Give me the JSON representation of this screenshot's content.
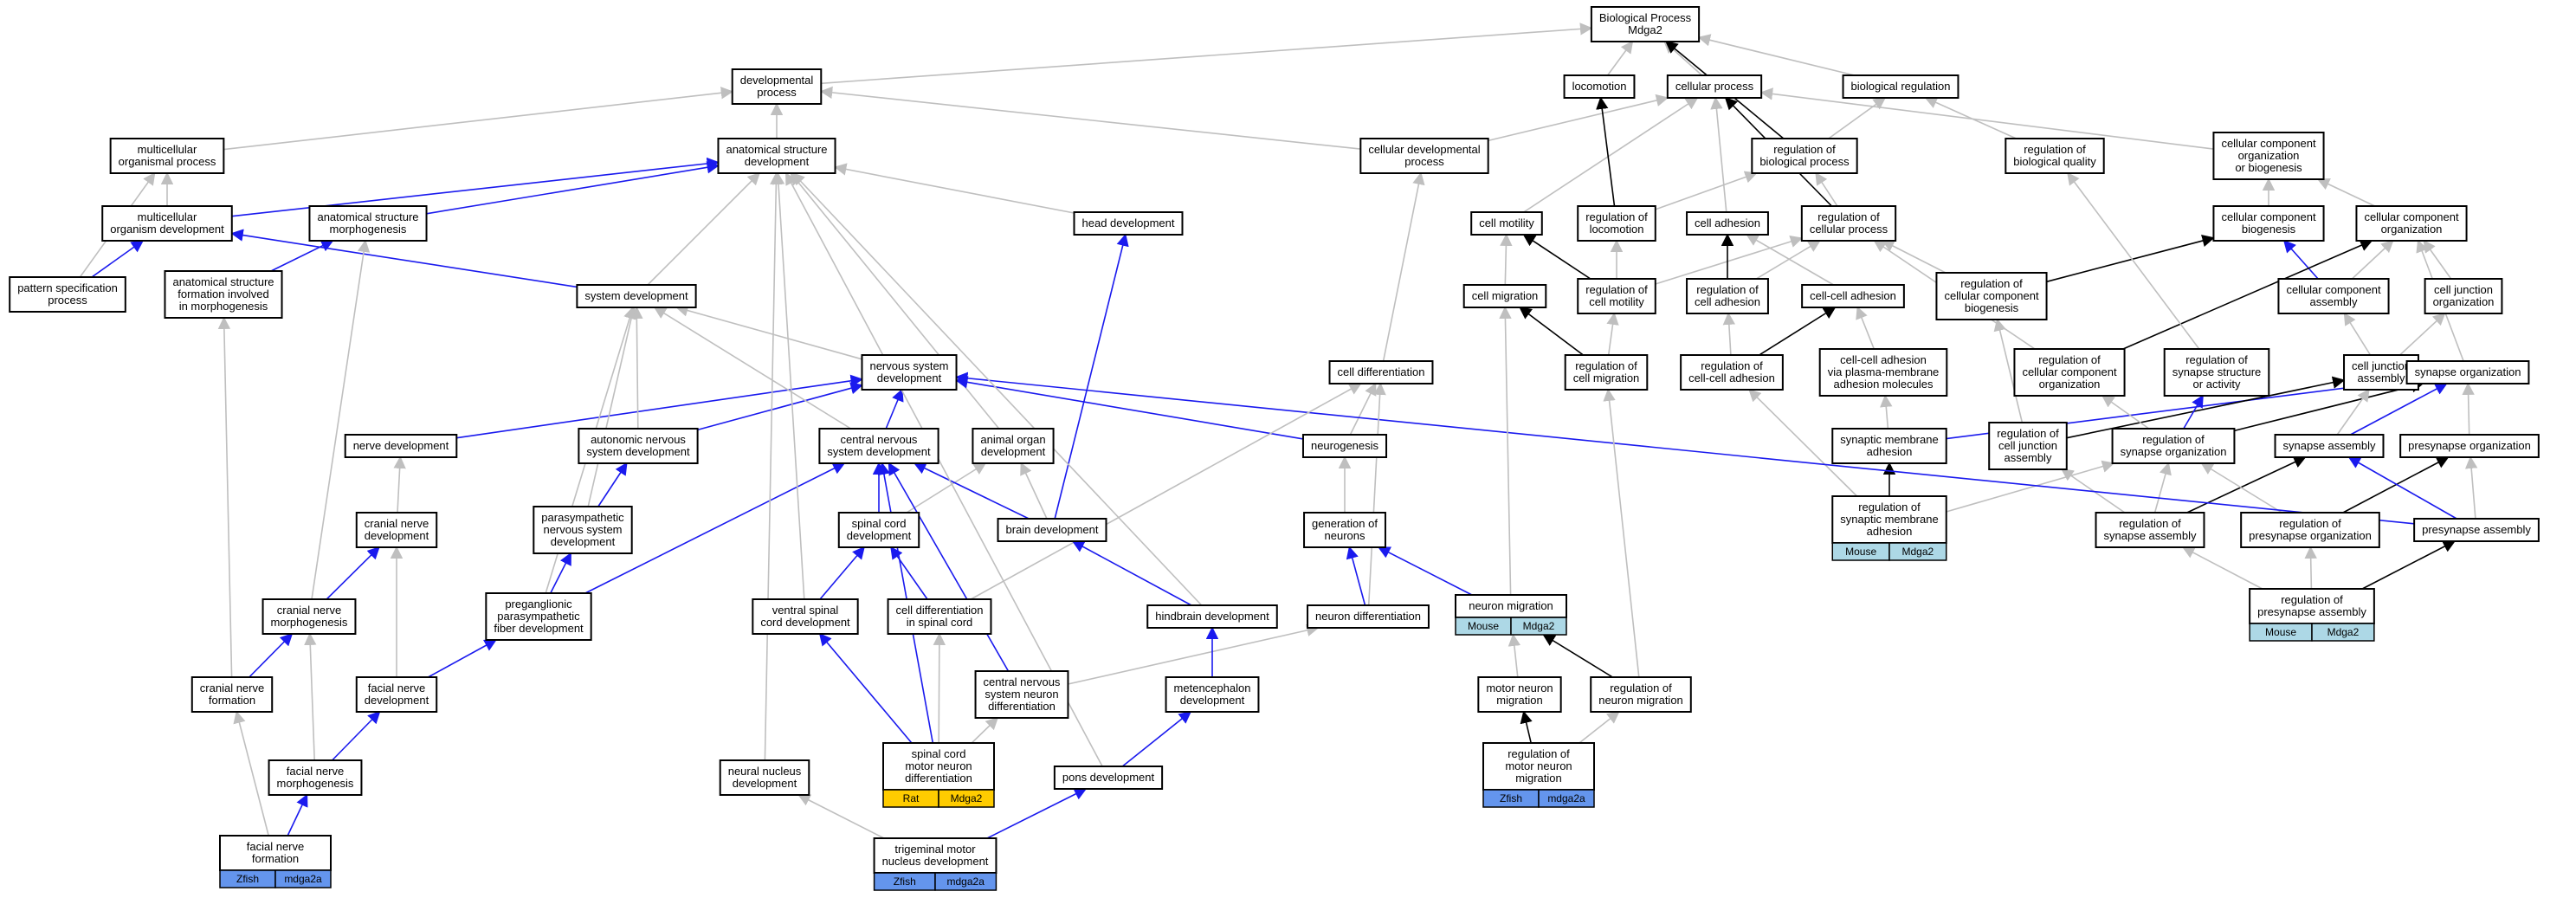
{
  "colors": {
    "isa": "#bfbfbf",
    "part_of": "#1a1aee",
    "regulates": "#000000",
    "mouse": "#add8e6",
    "rat": "#ffcc00",
    "zfish": "#6495ed"
  },
  "nodes": [
    {
      "id": "bp",
      "lines": [
        "Biological Process",
        "Mdga2"
      ]
    },
    {
      "id": "dev_proc",
      "lines": [
        "developmental",
        "process"
      ]
    },
    {
      "id": "locomotion",
      "lines": [
        "locomotion"
      ]
    },
    {
      "id": "cell_proc",
      "lines": [
        "cellular process"
      ]
    },
    {
      "id": "bio_reg",
      "lines": [
        "biological regulation"
      ]
    },
    {
      "id": "multi_org",
      "lines": [
        "multicellular",
        "organismal process"
      ]
    },
    {
      "id": "anat_dev",
      "lines": [
        "anatomical structure",
        "development"
      ]
    },
    {
      "id": "cell_dev_proc",
      "lines": [
        "cellular developmental",
        "process"
      ]
    },
    {
      "id": "reg_bio_proc",
      "lines": [
        "regulation of",
        "biological process"
      ]
    },
    {
      "id": "reg_bio_qual",
      "lines": [
        "regulation of",
        "biological quality"
      ]
    },
    {
      "id": "cc_org_bio",
      "lines": [
        "cellular component",
        "organization",
        "or biogenesis"
      ]
    },
    {
      "id": "multi_org_dev",
      "lines": [
        "multicellular",
        "organism development"
      ]
    },
    {
      "id": "anat_morph",
      "lines": [
        "anatomical structure",
        "morphogenesis"
      ]
    },
    {
      "id": "head_dev",
      "lines": [
        "head development"
      ]
    },
    {
      "id": "cell_motility",
      "lines": [
        "cell motility"
      ]
    },
    {
      "id": "reg_locomotion",
      "lines": [
        "regulation of",
        "locomotion"
      ]
    },
    {
      "id": "cell_adhesion",
      "lines": [
        "cell adhesion"
      ]
    },
    {
      "id": "reg_cell_proc",
      "lines": [
        "regulation of",
        "cellular process"
      ]
    },
    {
      "id": "cc_biogenesis",
      "lines": [
        "cellular component",
        "biogenesis"
      ]
    },
    {
      "id": "cc_org",
      "lines": [
        "cellular component",
        "organization"
      ]
    },
    {
      "id": "pattern_spec",
      "lines": [
        "pattern specification",
        "process"
      ]
    },
    {
      "id": "anat_form",
      "lines": [
        "anatomical structure",
        "formation involved",
        "in morphogenesis"
      ]
    },
    {
      "id": "system_dev",
      "lines": [
        "system development"
      ]
    },
    {
      "id": "cell_migration",
      "lines": [
        "cell migration"
      ]
    },
    {
      "id": "reg_cell_motility",
      "lines": [
        "regulation of",
        "cell motility"
      ]
    },
    {
      "id": "reg_cell_adhesion",
      "lines": [
        "regulation of",
        "cell adhesion"
      ]
    },
    {
      "id": "cc_adhesion",
      "lines": [
        "cell-cell adhesion"
      ]
    },
    {
      "id": "reg_cc_biogenesis",
      "lines": [
        "regulation of",
        "cellular component",
        "biogenesis"
      ]
    },
    {
      "id": "cc_assembly",
      "lines": [
        "cellular component",
        "assembly"
      ]
    },
    {
      "id": "cj_org",
      "lines": [
        "cell junction",
        "organization"
      ]
    },
    {
      "id": "cell_diff",
      "lines": [
        "cell differentiation"
      ]
    },
    {
      "id": "nervous_dev",
      "lines": [
        "nervous system",
        "development"
      ]
    },
    {
      "id": "reg_cell_migration",
      "lines": [
        "regulation of",
        "cell migration"
      ]
    },
    {
      "id": "reg_cc_adhesion",
      "lines": [
        "regulation of",
        "cell-cell adhesion"
      ]
    },
    {
      "id": "cc_adh_pm",
      "lines": [
        "cell-cell adhesion",
        "via plasma-membrane",
        "adhesion molecules"
      ]
    },
    {
      "id": "reg_cc_org",
      "lines": [
        "regulation of",
        "cellular component",
        "organization"
      ]
    },
    {
      "id": "reg_syn_struct",
      "lines": [
        "regulation of",
        "synapse structure",
        "or activity"
      ]
    },
    {
      "id": "cj_assembly",
      "lines": [
        "cell junction",
        "assembly"
      ]
    },
    {
      "id": "syn_org",
      "lines": [
        "synapse organization"
      ]
    },
    {
      "id": "nerve_dev",
      "lines": [
        "nerve development"
      ]
    },
    {
      "id": "auto_ns_dev",
      "lines": [
        "autonomic nervous",
        "system development"
      ]
    },
    {
      "id": "cns_dev",
      "lines": [
        "central nervous",
        "system development"
      ]
    },
    {
      "id": "animal_organ",
      "lines": [
        "animal organ",
        "development"
      ]
    },
    {
      "id": "neurogenesis",
      "lines": [
        "neurogenesis"
      ]
    },
    {
      "id": "syn_mem_adh",
      "lines": [
        "synaptic membrane",
        "adhesion"
      ]
    },
    {
      "id": "reg_cj_assembly",
      "lines": [
        "regulation of",
        "cell junction",
        "assembly"
      ]
    },
    {
      "id": "reg_syn_org",
      "lines": [
        "regulation of",
        "synapse organization"
      ]
    },
    {
      "id": "syn_assembly",
      "lines": [
        "synapse assembly"
      ]
    },
    {
      "id": "presyn_org",
      "lines": [
        "presynapse organization"
      ]
    },
    {
      "id": "cranial_nerve_dev",
      "lines": [
        "cranial nerve",
        "development"
      ]
    },
    {
      "id": "parasym_dev",
      "lines": [
        "parasympathetic",
        "nervous system",
        "development"
      ]
    },
    {
      "id": "spinal_cord_dev",
      "lines": [
        "spinal cord",
        "development"
      ]
    },
    {
      "id": "brain_dev",
      "lines": [
        "brain development"
      ]
    },
    {
      "id": "gen_neurons",
      "lines": [
        "generation of",
        "neurons"
      ]
    },
    {
      "id": "reg_syn_mem_adh",
      "lines": [
        "regulation of",
        "synaptic membrane",
        "adhesion"
      ],
      "tag": {
        "species": "Mouse",
        "gene": "Mdga2",
        "color": "mouse"
      }
    },
    {
      "id": "reg_syn_assembly",
      "lines": [
        "regulation of",
        "synapse assembly"
      ]
    },
    {
      "id": "reg_presyn_org",
      "lines": [
        "regulation of",
        "presynapse organization"
      ]
    },
    {
      "id": "presyn_assembly",
      "lines": [
        "presynapse assembly"
      ]
    },
    {
      "id": "cranial_morph",
      "lines": [
        "cranial nerve",
        "morphogenesis"
      ]
    },
    {
      "id": "pregang",
      "lines": [
        "preganglionic",
        "parasympathetic",
        "fiber development"
      ]
    },
    {
      "id": "ventral_sc",
      "lines": [
        "ventral spinal",
        "cord development"
      ]
    },
    {
      "id": "cell_diff_sc",
      "lines": [
        "cell differentiation",
        "in spinal cord"
      ]
    },
    {
      "id": "hindbrain",
      "lines": [
        "hindbrain development"
      ]
    },
    {
      "id": "neuron_diff",
      "lines": [
        "neuron differentiation"
      ]
    },
    {
      "id": "neuron_mig",
      "lines": [
        "neuron migration"
      ],
      "tag": {
        "species": "Mouse",
        "gene": "Mdga2",
        "color": "mouse"
      }
    },
    {
      "id": "reg_presyn_assembly",
      "lines": [
        "regulation of",
        "presynapse assembly"
      ],
      "tag": {
        "species": "Mouse",
        "gene": "Mdga2",
        "color": "mouse"
      }
    },
    {
      "id": "cranial_form",
      "lines": [
        "cranial nerve",
        "formation"
      ]
    },
    {
      "id": "facial_nerve_dev",
      "lines": [
        "facial nerve",
        "development"
      ]
    },
    {
      "id": "cns_neuron_diff",
      "lines": [
        "central nervous",
        "system neuron",
        "differentiation"
      ]
    },
    {
      "id": "metenceph",
      "lines": [
        "metencephalon",
        "development"
      ]
    },
    {
      "id": "motor_neuron_mig",
      "lines": [
        "motor neuron",
        "migration"
      ]
    },
    {
      "id": "reg_neuron_mig",
      "lines": [
        "regulation of",
        "neuron migration"
      ]
    },
    {
      "id": "facial_morph",
      "lines": [
        "facial nerve",
        "morphogenesis"
      ]
    },
    {
      "id": "neural_nucleus",
      "lines": [
        "neural nucleus",
        "development"
      ]
    },
    {
      "id": "sc_mn_diff",
      "lines": [
        "spinal cord",
        "motor neuron",
        "differentiation"
      ],
      "tag": {
        "species": "Rat",
        "gene": "Mdga2",
        "color": "rat"
      }
    },
    {
      "id": "pons",
      "lines": [
        "pons development"
      ]
    },
    {
      "id": "reg_mn_mig",
      "lines": [
        "regulation of",
        "motor neuron",
        "migration"
      ],
      "tag": {
        "species": "Zfish",
        "gene": "mdga2a",
        "color": "zfish"
      }
    },
    {
      "id": "facial_form",
      "lines": [
        "facial nerve",
        "formation"
      ],
      "tag": {
        "species": "Zfish",
        "gene": "mdga2a",
        "color": "zfish"
      }
    },
    {
      "id": "trigem",
      "lines": [
        "trigeminal motor",
        "nucleus development"
      ],
      "tag": {
        "species": "Zfish",
        "gene": "mdga2a",
        "color": "zfish"
      }
    }
  ],
  "edges": [
    [
      "dev_proc",
      "bp",
      "isa"
    ],
    [
      "locomotion",
      "bp",
      "isa"
    ],
    [
      "cell_proc",
      "bp",
      "isa"
    ],
    [
      "bio_reg",
      "bp",
      "isa"
    ],
    [
      "reg_bio_proc",
      "bp",
      "regulates"
    ],
    [
      "multi_org",
      "dev_proc",
      "isa"
    ],
    [
      "anat_dev",
      "dev_proc",
      "isa"
    ],
    [
      "cell_dev_proc",
      "dev_proc",
      "isa"
    ],
    [
      "cell_dev_proc",
      "cell_proc",
      "isa"
    ],
    [
      "reg_bio_proc",
      "bio_reg",
      "isa"
    ],
    [
      "reg_bio_qual",
      "bio_reg",
      "isa"
    ],
    [
      "cc_org_bio",
      "cell_proc",
      "isa"
    ],
    [
      "multi_org_dev",
      "multi_org",
      "isa"
    ],
    [
      "multi_org_dev",
      "anat_dev",
      "part_of"
    ],
    [
      "anat_morph",
      "anat_dev",
      "part_of"
    ],
    [
      "head_dev",
      "anat_dev",
      "isa"
    ],
    [
      "cell_motility",
      "cell_proc",
      "isa"
    ],
    [
      "reg_locomotion",
      "locomotion",
      "regulates"
    ],
    [
      "reg_locomotion",
      "reg_bio_proc",
      "isa"
    ],
    [
      "cell_adhesion",
      "cell_proc",
      "isa"
    ],
    [
      "reg_cell_proc",
      "cell_proc",
      "regulates"
    ],
    [
      "reg_cell_proc",
      "reg_bio_proc",
      "isa"
    ],
    [
      "cc_biogenesis",
      "cc_org_bio",
      "isa"
    ],
    [
      "cc_org",
      "cc_org_bio",
      "isa"
    ],
    [
      "pattern_spec",
      "multi_org",
      "isa"
    ],
    [
      "pattern_spec",
      "multi_org_dev",
      "part_of"
    ],
    [
      "anat_form",
      "anat_morph",
      "part_of"
    ],
    [
      "system_dev",
      "anat_dev",
      "isa"
    ],
    [
      "system_dev",
      "multi_org_dev",
      "part_of"
    ],
    [
      "cell_migration",
      "cell_motility",
      "isa"
    ],
    [
      "reg_cell_motility",
      "cell_motility",
      "regulates"
    ],
    [
      "reg_cell_motility",
      "reg_locomotion",
      "isa"
    ],
    [
      "reg_cell_motility",
      "reg_cell_proc",
      "isa"
    ],
    [
      "reg_cell_adhesion",
      "cell_adhesion",
      "regulates"
    ],
    [
      "reg_cell_adhesion",
      "reg_cell_proc",
      "isa"
    ],
    [
      "cc_adhesion",
      "cell_adhesion",
      "isa"
    ],
    [
      "reg_cc_biogenesis",
      "cc_biogenesis",
      "regulates"
    ],
    [
      "reg_cc_biogenesis",
      "reg_cell_proc",
      "isa"
    ],
    [
      "cc_assembly",
      "cc_biogenesis",
      "part_of"
    ],
    [
      "cc_assembly",
      "cc_org",
      "isa"
    ],
    [
      "cj_org",
      "cc_org",
      "isa"
    ],
    [
      "cell_diff",
      "cell_dev_proc",
      "isa"
    ],
    [
      "nervous_dev",
      "system_dev",
      "isa"
    ],
    [
      "reg_cell_migration",
      "cell_migration",
      "regulates"
    ],
    [
      "reg_cell_migration",
      "reg_cell_motility",
      "isa"
    ],
    [
      "reg_cc_adhesion",
      "cc_adhesion",
      "regulates"
    ],
    [
      "reg_cc_adhesion",
      "reg_cell_adhesion",
      "isa"
    ],
    [
      "cc_adh_pm",
      "cc_adhesion",
      "isa"
    ],
    [
      "reg_cc_org",
      "cc_org",
      "regulates"
    ],
    [
      "reg_cc_org",
      "reg_cell_proc",
      "isa"
    ],
    [
      "reg_syn_struct",
      "reg_bio_qual",
      "isa"
    ],
    [
      "cj_assembly",
      "cj_org",
      "isa"
    ],
    [
      "cj_assembly",
      "cc_assembly",
      "isa"
    ],
    [
      "syn_org",
      "cc_org",
      "isa"
    ],
    [
      "nerve_dev",
      "nervous_dev",
      "part_of"
    ],
    [
      "auto_ns_dev",
      "nervous_dev",
      "part_of"
    ],
    [
      "auto_ns_dev",
      "system_dev",
      "isa"
    ],
    [
      "cns_dev",
      "nervous_dev",
      "part_of"
    ],
    [
      "cns_dev",
      "system_dev",
      "isa"
    ],
    [
      "animal_organ",
      "anat_dev",
      "isa"
    ],
    [
      "neurogenesis",
      "nervous_dev",
      "part_of"
    ],
    [
      "neurogenesis",
      "cell_diff",
      "isa"
    ],
    [
      "syn_mem_adh",
      "cc_adh_pm",
      "isa"
    ],
    [
      "syn_mem_adh",
      "syn_org",
      "part_of"
    ],
    [
      "reg_cj_assembly",
      "cj_assembly",
      "regulates"
    ],
    [
      "reg_cj_assembly",
      "reg_cc_biogenesis",
      "isa"
    ],
    [
      "reg_syn_org",
      "syn_org",
      "regulates"
    ],
    [
      "reg_syn_org",
      "reg_syn_struct",
      "part_of"
    ],
    [
      "reg_syn_org",
      "reg_cc_org",
      "isa"
    ],
    [
      "syn_assembly",
      "syn_org",
      "part_of"
    ],
    [
      "syn_assembly",
      "cj_assembly",
      "isa"
    ],
    [
      "presyn_org",
      "syn_org",
      "isa"
    ],
    [
      "cranial_nerve_dev",
      "nerve_dev",
      "isa"
    ],
    [
      "parasym_dev",
      "auto_ns_dev",
      "part_of"
    ],
    [
      "parasym_dev",
      "system_dev",
      "isa"
    ],
    [
      "spinal_cord_dev",
      "cns_dev",
      "part_of"
    ],
    [
      "spinal_cord_dev",
      "animal_organ",
      "isa"
    ],
    [
      "brain_dev",
      "cns_dev",
      "part_of"
    ],
    [
      "brain_dev",
      "animal_organ",
      "isa"
    ],
    [
      "brain_dev",
      "head_dev",
      "part_of"
    ],
    [
      "gen_neurons",
      "neurogenesis",
      "isa"
    ],
    [
      "reg_syn_mem_adh",
      "syn_mem_adh",
      "regulates"
    ],
    [
      "reg_syn_mem_adh",
      "reg_cc_adhesion",
      "isa"
    ],
    [
      "reg_syn_mem_adh",
      "reg_syn_org",
      "isa"
    ],
    [
      "reg_syn_assembly",
      "syn_assembly",
      "regulates"
    ],
    [
      "reg_syn_assembly",
      "reg_syn_org",
      "isa"
    ],
    [
      "reg_syn_assembly",
      "reg_cj_assembly",
      "isa"
    ],
    [
      "reg_presyn_org",
      "presyn_org",
      "regulates"
    ],
    [
      "reg_presyn_org",
      "reg_syn_org",
      "isa"
    ],
    [
      "presyn_assembly",
      "syn_assembly",
      "part_of"
    ],
    [
      "presyn_assembly",
      "presyn_org",
      "isa"
    ],
    [
      "presyn_assembly",
      "nervous_dev",
      "part_of"
    ],
    [
      "cranial_morph",
      "cranial_nerve_dev",
      "part_of"
    ],
    [
      "cranial_morph",
      "anat_morph",
      "isa"
    ],
    [
      "pregang",
      "parasym_dev",
      "part_of"
    ],
    [
      "pregang",
      "cns_dev",
      "part_of"
    ],
    [
      "pregang",
      "system_dev",
      "isa"
    ],
    [
      "ventral_sc",
      "spinal_cord_dev",
      "part_of"
    ],
    [
      "ventral_sc",
      "anat_dev",
      "isa"
    ],
    [
      "cell_diff_sc",
      "spinal_cord_dev",
      "part_of"
    ],
    [
      "cell_diff_sc",
      "cell_diff",
      "isa"
    ],
    [
      "hindbrain",
      "brain_dev",
      "part_of"
    ],
    [
      "hindbrain",
      "anat_dev",
      "isa"
    ],
    [
      "neuron_diff",
      "gen_neurons",
      "part_of"
    ],
    [
      "neuron_diff",
      "cell_diff",
      "isa"
    ],
    [
      "neuron_mig",
      "gen_neurons",
      "part_of"
    ],
    [
      "neuron_mig",
      "cell_migration",
      "isa"
    ],
    [
      "reg_presyn_assembly",
      "presyn_assembly",
      "regulates"
    ],
    [
      "reg_presyn_assembly",
      "reg_syn_assembly",
      "isa"
    ],
    [
      "reg_presyn_assembly",
      "reg_presyn_org",
      "isa"
    ],
    [
      "cranial_form",
      "cranial_morph",
      "part_of"
    ],
    [
      "cranial_form",
      "anat_form",
      "isa"
    ],
    [
      "facial_nerve_dev",
      "cranial_nerve_dev",
      "isa"
    ],
    [
      "facial_nerve_dev",
      "pregang",
      "part_of"
    ],
    [
      "cns_neuron_diff",
      "cns_dev",
      "part_of"
    ],
    [
      "cns_neuron_diff",
      "neuron_diff",
      "isa"
    ],
    [
      "metenceph",
      "hindbrain",
      "part_of"
    ],
    [
      "motor_neuron_mig",
      "neuron_mig",
      "isa"
    ],
    [
      "reg_neuron_mig",
      "neuron_mig",
      "regulates"
    ],
    [
      "reg_neuron_mig",
      "reg_cell_migration",
      "isa"
    ],
    [
      "facial_morph",
      "facial_nerve_dev",
      "part_of"
    ],
    [
      "facial_morph",
      "cranial_morph",
      "isa"
    ],
    [
      "neural_nucleus",
      "anat_dev",
      "isa"
    ],
    [
      "sc_mn_diff",
      "ventral_sc",
      "part_of"
    ],
    [
      "sc_mn_diff",
      "cell_diff_sc",
      "isa"
    ],
    [
      "sc_mn_diff",
      "cns_neuron_diff",
      "isa"
    ],
    [
      "sc_mn_diff",
      "cns_dev",
      "part_of"
    ],
    [
      "pons",
      "metenceph",
      "part_of"
    ],
    [
      "pons",
      "anat_dev",
      "isa"
    ],
    [
      "reg_mn_mig",
      "motor_neuron_mig",
      "regulates"
    ],
    [
      "reg_mn_mig",
      "reg_neuron_mig",
      "isa"
    ],
    [
      "facial_form",
      "facial_morph",
      "part_of"
    ],
    [
      "facial_form",
      "cranial_form",
      "isa"
    ],
    [
      "trigem",
      "pons",
      "part_of"
    ],
    [
      "trigem",
      "neural_nucleus",
      "isa"
    ]
  ]
}
